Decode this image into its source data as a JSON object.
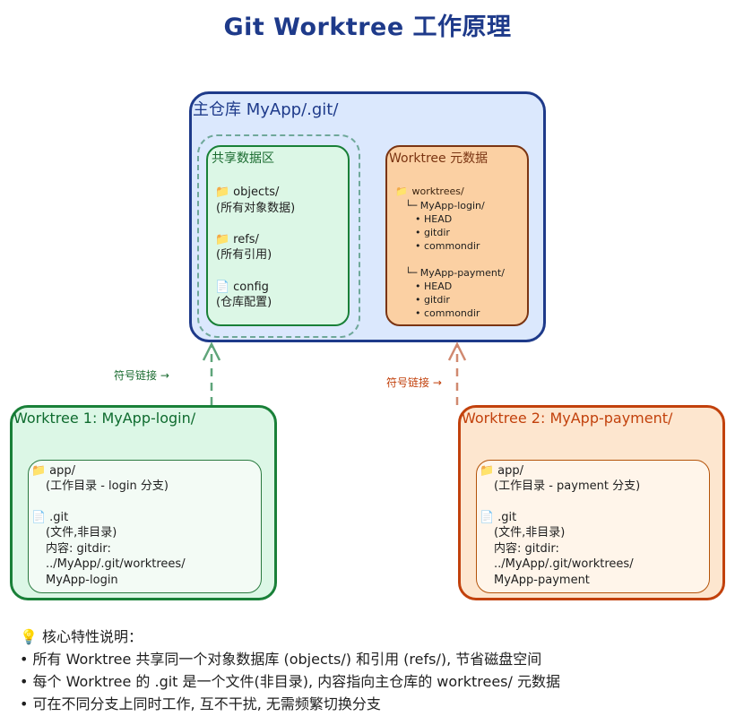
{
  "title": "Git Worktree 工作原理",
  "main_repo": {
    "title": "主仓库 MyApp/.git/",
    "shared": {
      "title": "共享数据区",
      "items": [
        {
          "icon": "folder-icon",
          "name": "objects/",
          "desc": "(所有对象数据)"
        },
        {
          "icon": "folder-icon",
          "name": "refs/",
          "desc": "(所有引用)"
        },
        {
          "icon": "file-icon",
          "name": "config",
          "desc": "(仓库配置)"
        }
      ]
    },
    "meta": {
      "title": "Worktree 元数据",
      "root": "worktrees/",
      "branches": [
        {
          "name": "└─ MyApp-login/",
          "files": [
            "• HEAD",
            "• gitdir",
            "• commondir"
          ]
        },
        {
          "name": "└─ MyApp-payment/",
          "files": [
            "• HEAD",
            "• gitdir",
            "• commondir"
          ]
        }
      ]
    }
  },
  "links": {
    "left_label": "符号链接 →",
    "right_label": "符号链接 →"
  },
  "worktree1": {
    "title": "Worktree 1: MyApp-login/",
    "app_name": "app/",
    "app_desc": "(工作目录 - login 分支)",
    "git_name": ".git",
    "git_desc": "(文件,非目录)",
    "content_label": "内容: gitdir:",
    "content_path": "../MyApp/.git/worktrees/",
    "content_target": "MyApp-login"
  },
  "worktree2": {
    "title": "Worktree 2: MyApp-payment/",
    "app_name": "app/",
    "app_desc": "(工作目录 - payment 分支)",
    "git_name": ".git",
    "git_desc": "(文件,非目录)",
    "content_label": "内容: gitdir:",
    "content_path": "../MyApp/.git/worktrees/",
    "content_target": "MyApp-payment"
  },
  "features": {
    "icon": "lightbulb-icon",
    "title": "核心特性说明：",
    "items": [
      "• 所有 Worktree 共享同一个对象数据库 (objects/) 和引用 (refs/), 节省磁盘空间",
      "• 每个 Worktree 的 .git 是一个文件(非目录), 内容指向主仓库的 worktrees/ 元数据",
      "• 可在不同分支上同时工作, 互不干扰, 无需频繁切换分支"
    ]
  },
  "colors": {
    "title": "#1e3a8a",
    "main_border": "#1e3a8a",
    "shared_border": "#198038",
    "meta_border": "#7a3412",
    "worktree1_border": "#198038",
    "worktree2_border": "#c2410c"
  }
}
